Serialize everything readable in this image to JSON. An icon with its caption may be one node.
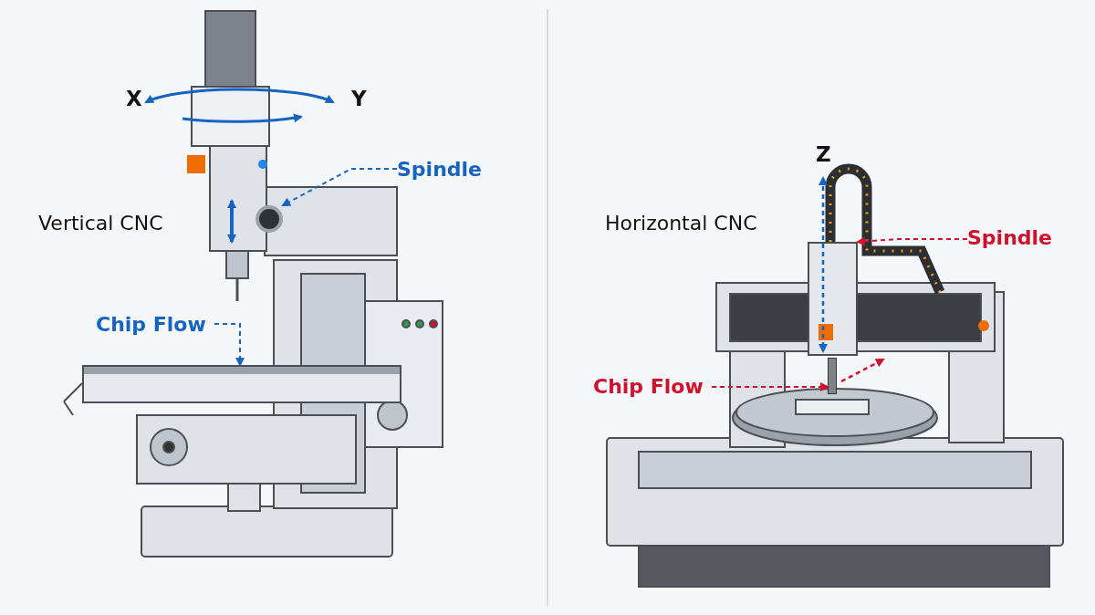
{
  "diagram": {
    "nodes": [
      {
        "text": [
          "Spindle"
        ]
      },
      {
        "text": [],
        "shape": "circle"
      },
      {
        "text": [
          "Chip Flow"
        ]
      },
      {
        "text": [],
        "shape": "box"
      },
      {
        "text": [
          "Spindle"
        ]
      },
      {
        "text": [],
        "shape": "box"
      },
      {
        "text": [
          "Chip Flow"
        ]
      },
      {
        "text": [],
        "shape": "box"
      }
    ],
    "edges": [
      {
        "from": 0,
        "to": 1,
        "arrow": "to",
        "style": "dashed",
        "color": "#1565c0"
      },
      {
        "from": 2,
        "to": 3,
        "arrow": "to",
        "style": "dashed",
        "color": "#1565c0"
      },
      {
        "from": 4,
        "to": 5,
        "arrow": "to",
        "style": "dashed",
        "color": "#d0112b"
      },
      {
        "from": 6,
        "to": 7,
        "arrow": "to",
        "style": "dashed",
        "color": "#d0112b"
      }
    ],
    "labels": [
      "X",
      "Y",
      "Vertical CNC",
      "Z",
      "Horizontal CNC"
    ]
  }
}
